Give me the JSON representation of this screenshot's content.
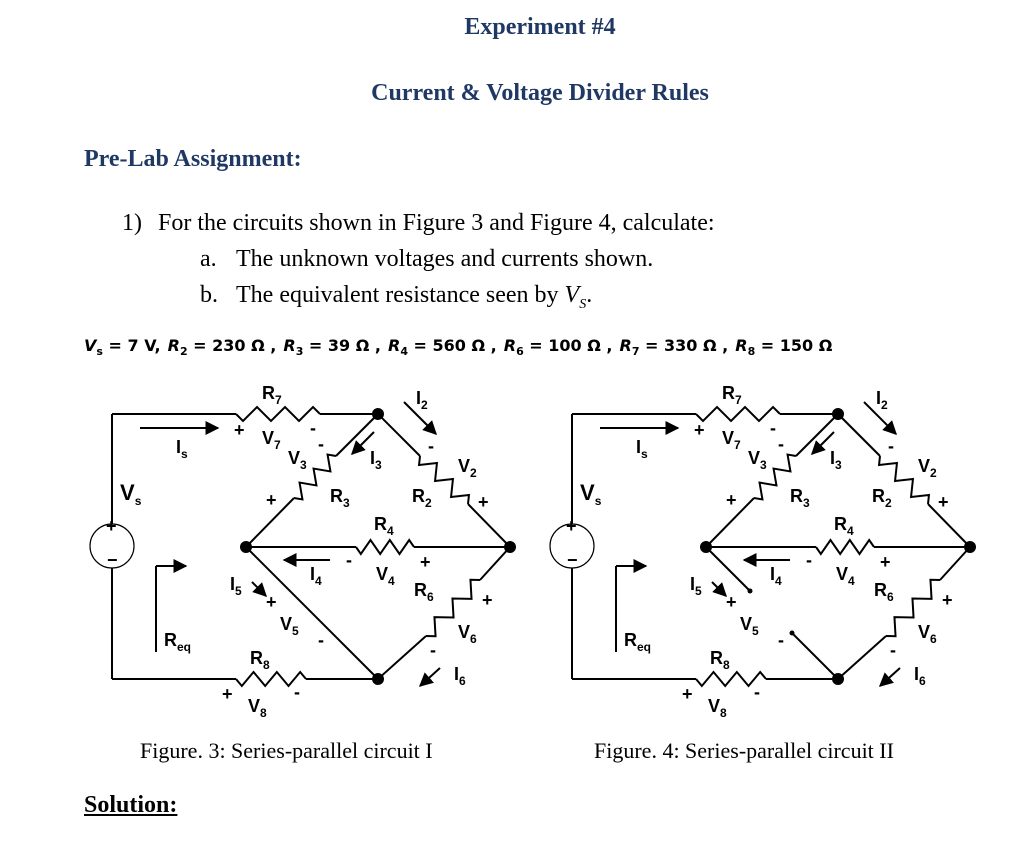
{
  "title": "Experiment #4",
  "subtitle": "Current & Voltage Divider Rules",
  "section": "Pre-Lab Assignment:",
  "question": {
    "number": "1)",
    "text": "For the circuits shown in Figure 3 and Figure 4, calculate:",
    "a_label": "a.",
    "a_text": "The unknown voltages and currents shown.",
    "b_label": "b.",
    "b_text": "The equivalent resistance seen by",
    "b_var": "V",
    "b_sub": "S",
    "b_end": "."
  },
  "given_values": [
    {
      "sym": "V",
      "sub": "s",
      "val": "= 7 V,"
    },
    {
      "sym": "R",
      "sub": "2",
      "val": "= 230 Ω ,"
    },
    {
      "sym": "R",
      "sub": "3",
      "val": "= 39 Ω ,"
    },
    {
      "sym": "R",
      "sub": "4",
      "val": "= 560 Ω ,"
    },
    {
      "sym": "R",
      "sub": "6",
      "val": "= 100 Ω ,"
    },
    {
      "sym": "R",
      "sub": "7",
      "val": "= 330 Ω ,"
    },
    {
      "sym": "R",
      "sub": "8",
      "val": "= 150 Ω"
    }
  ],
  "labels": {
    "R": "R",
    "V": "V",
    "I": "I",
    "s": "s",
    "eq": "eq",
    "n2": "2",
    "n3": "3",
    "n4": "4",
    "n5": "5",
    "n6": "6",
    "n7": "7",
    "n8": "8",
    "plus": "+",
    "minus": "-",
    "src_plus": "+",
    "src_minus": "−"
  },
  "captions": {
    "fig3": "Figure. 3: Series-parallel circuit I",
    "fig4": "Figure. 4: Series-parallel circuit II"
  },
  "solution": "Solution:"
}
